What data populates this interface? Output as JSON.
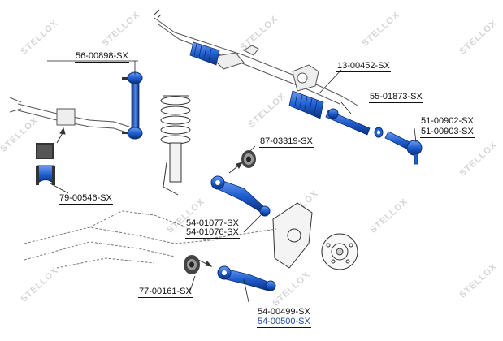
{
  "watermark": "STELLOX",
  "parts": [
    {
      "id": "stabilizer-link",
      "code": "56-00898-SX"
    },
    {
      "id": "steering-rack",
      "code": "13-00452-SX"
    },
    {
      "id": "axial-joint",
      "code": "55-01873-SX"
    },
    {
      "id": "tie-rod-end-1",
      "code": "51-00902-SX"
    },
    {
      "id": "tie-rod-end-2",
      "code": "51-00903-SX"
    },
    {
      "id": "arm-bushing-upper",
      "code": "87-03319-SX"
    },
    {
      "id": "stabilizer-bushing",
      "code": "79-00546-SX"
    },
    {
      "id": "control-arm-upper-1",
      "code": "54-01077-SX"
    },
    {
      "id": "control-arm-upper-2",
      "code": "54-01076-SX"
    },
    {
      "id": "arm-bushing-lower",
      "code": "77-00161-SX"
    },
    {
      "id": "control-arm-lower-1",
      "code": "54-00499-SX"
    },
    {
      "id": "control-arm-lower-2",
      "code": "54-00500-SX"
    }
  ],
  "colors": {
    "part_fill": "#1f5fd0",
    "part_dark": "#0b2e7a",
    "line": "#444444",
    "link_text": "#1f4fa6"
  }
}
